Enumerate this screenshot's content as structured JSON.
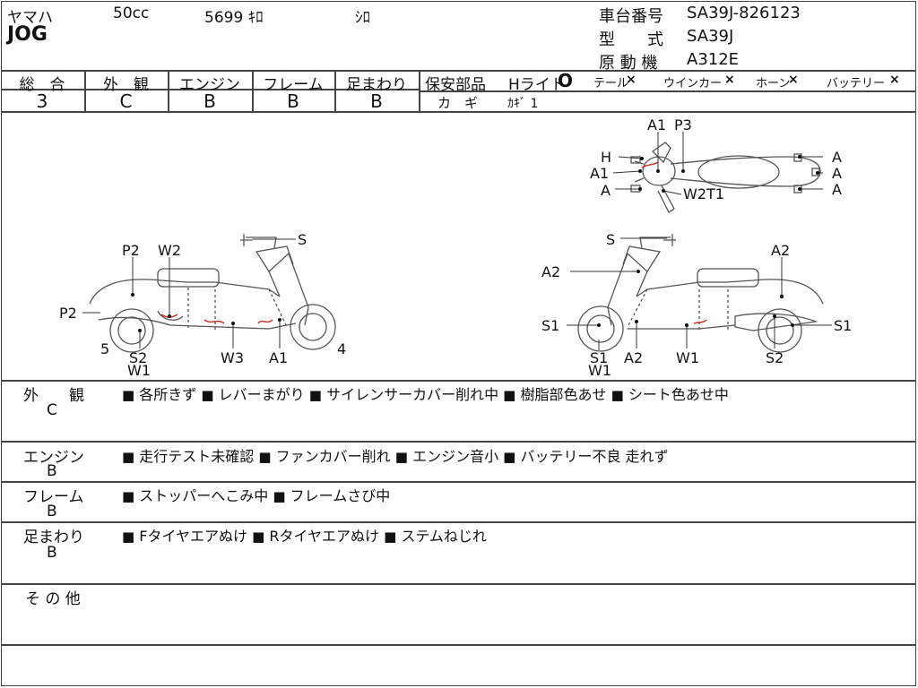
{
  "header": {
    "maker": "ヤマハ",
    "displacement": "50cc",
    "mileage": "5699 ｷﾛ",
    "color": "ｼﾛ",
    "model": "JOG",
    "frame_no_label": "車台番号",
    "frame_no": "SA39J-826123",
    "type_label": "型　　式",
    "type_value": "SA39J",
    "engine_label": "原 動 機",
    "engine_value": "A312E"
  },
  "grades": {
    "overall": {
      "label": "総　合",
      "value": "3"
    },
    "exterior": {
      "label": "外　観",
      "value": "C"
    },
    "engine": {
      "label": "エンジン",
      "value": "B"
    },
    "frame": {
      "label": "フレーム",
      "value": "B"
    },
    "suspension": {
      "label": "足まわり",
      "value": "B"
    }
  },
  "safety": {
    "title": "保安部品",
    "headlight": "Hライト",
    "headlight_mark": "O",
    "tail": "テール",
    "tail_mark": "×",
    "winker": "ウインカー",
    "winker_mark": "×",
    "horn": "ホーン",
    "horn_mark": "×",
    "battery": "バッテリー",
    "battery_mark": "×",
    "key_label": "カ　ギ",
    "key_value": "ｶｷﾞ 1"
  },
  "diagram_labels": {
    "top": [
      "A1",
      "P3",
      "H",
      "A1",
      "A",
      "W2",
      "T1",
      "A",
      "A",
      "A"
    ],
    "left": [
      "S",
      "P2",
      "W2",
      "P2",
      "5",
      "S2",
      "W1",
      "W3",
      "A1",
      "4"
    ],
    "right": [
      "S",
      "A2",
      "A2",
      "S1",
      "S1",
      "W1",
      "A2",
      "W1",
      "S2",
      "S1"
    ]
  },
  "sections": [
    {
      "label": "外　　観",
      "grade": "C",
      "items": [
        "各所きず",
        "レバーまがり",
        "サイレンサーカバー削れ中",
        "樹脂部色あせ",
        "シート色あせ中"
      ]
    },
    {
      "label": "エンジン",
      "grade": "B",
      "items": [
        "走行テスト未確認",
        "ファンカバー削れ",
        "エンジン音小",
        "バッテリー不良 走れず"
      ]
    },
    {
      "label": "フレーム",
      "grade": "B",
      "items": [
        "ストッパーへこみ中",
        "フレームさび中"
      ]
    },
    {
      "label": "足まわり",
      "grade": "B",
      "items": [
        "Fタイヤエアぬけ",
        "Rタイヤエアぬけ",
        "ステムねじれ"
      ]
    },
    {
      "label": "そ の 他",
      "grade": "",
      "items": []
    }
  ],
  "colors": {
    "damage_marks": "#c0392b",
    "lines": "#444444"
  }
}
